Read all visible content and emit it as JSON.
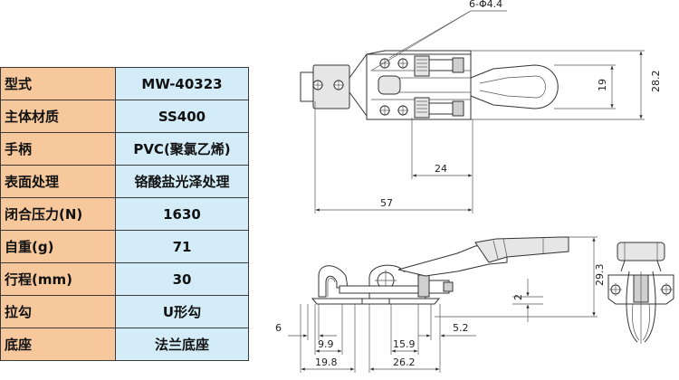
{
  "specs": [
    {
      "label": "型式",
      "value": "MW-40323"
    },
    {
      "label": "主体材质",
      "value": "SS400"
    },
    {
      "label": "手柄",
      "value": "PVC(聚氯乙烯)"
    },
    {
      "label": "表面处理",
      "value": "铬酸盐光泽处理"
    },
    {
      "label": "闭合压力(N)",
      "value": "1630"
    },
    {
      "label": "自重(g)",
      "value": "71"
    },
    {
      "label": "行程(mm)",
      "value": "30"
    },
    {
      "label": "拉勾",
      "value": "U形勾"
    },
    {
      "label": "底座",
      "value": "法兰底座"
    }
  ],
  "dimensions": {
    "holes": "6-Φ4.4",
    "width_19": "19",
    "width_28_2": "28.2",
    "len_24": "24",
    "len_57": "57",
    "height_29_3": "29.3",
    "stroke_2": "2",
    "d_6": "6",
    "d_9_9": "9.9",
    "d_19_8": "19.8",
    "d_15_9": "15.9",
    "d_5_2": "5.2",
    "d_26_2": "26.2"
  }
}
